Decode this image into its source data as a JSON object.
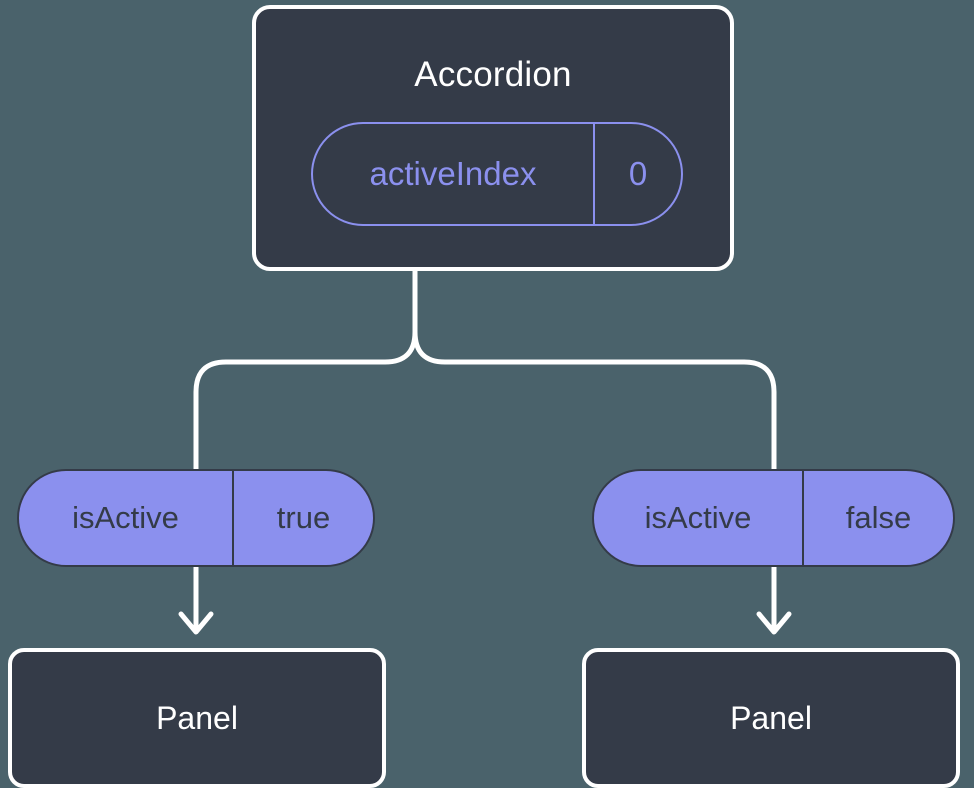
{
  "background_color": "#4a626b",
  "theme": {
    "card_fill": "#343b48",
    "card_border": "#ffffff",
    "accent": "#8b90ee",
    "connector": "#ffffff",
    "card_text": "#ffffff",
    "pill_text": "#343b48",
    "state_text": "#8b90ee"
  },
  "root": {
    "title": "Accordion",
    "state": {
      "key": "activeIndex",
      "value": "0"
    }
  },
  "branches": [
    {
      "prop": {
        "key": "isActive",
        "value": "true"
      },
      "child": {
        "title": "Panel"
      }
    },
    {
      "prop": {
        "key": "isActive",
        "value": "false"
      },
      "child": {
        "title": "Panel"
      }
    }
  ]
}
